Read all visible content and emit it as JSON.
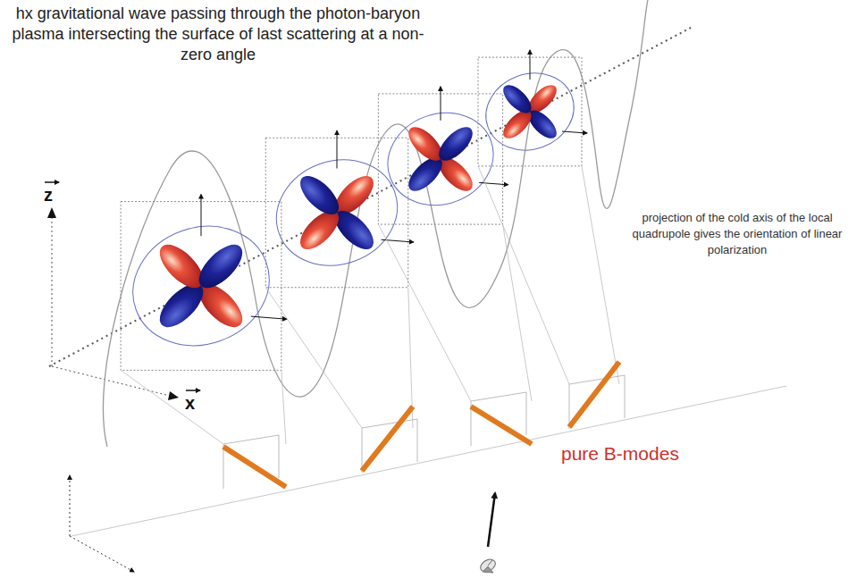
{
  "diagram": {
    "title": "hx gravitational wave passing through the photon-baryon plasma intersecting the surface of last scattering at a non-zero angle",
    "labels": [
      "z",
      "x",
      "projection of the cold axis of the local quadrupole gives the orientation of linear polarization",
      "pure B-modes"
    ]
  }
}
